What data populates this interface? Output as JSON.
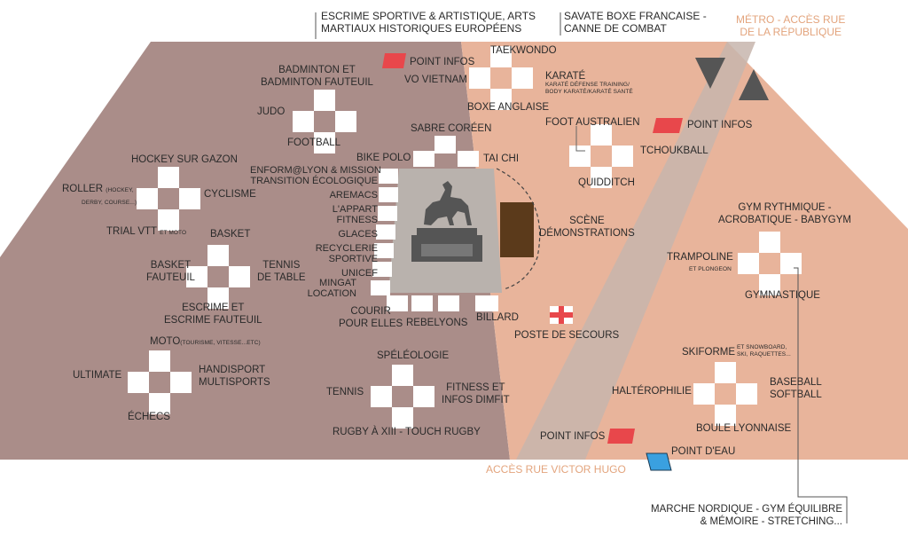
{
  "colors": {
    "left_zone": "#aa8d89",
    "right_zone": "#e8b49b",
    "walkway": "#c7b5ad",
    "info_point": "#e8474b",
    "water_point": "#3aa0e0",
    "demo_stage": "#5b3a1b",
    "statue_plinth": "#b9b2ad",
    "orange_text": "#e3a47d"
  },
  "top_labels": {
    "escrime": [
      "ESCRIME SPORTIVE & ARTISTIQUE, ARTS",
      "MARTIAUX HISTORIQUES EUROPÉENS"
    ],
    "savate": [
      "SAVATE BOXE FRANCAISE -",
      "CANNE DE COMBAT"
    ],
    "metro": [
      "MÉTRO - ACCÈS RUE",
      "DE LA RÉPUBLIQUE"
    ]
  },
  "left_zone": {
    "badminton": [
      "BADMINTON ET",
      "BADMINTON FAUTEUIL"
    ],
    "judo": "JUDO",
    "football": "FOOTBALL",
    "hockey": "HOCKEY SUR GAZON",
    "roller": "ROLLER",
    "roller_note1": "(HOCKEY,",
    "roller_note2": "DERBY, COURSE...)",
    "cyclisme": "CYCLISME",
    "trial": "TRIAL VTT",
    "trial_note": "ET MOTO",
    "basket": "BASKET",
    "basket_fauteuil": [
      "BASKET",
      "FAUTEUIL"
    ],
    "tennis_table": [
      "TENNIS",
      "DE TABLE"
    ],
    "escrime_fauteuil": [
      "ESCRIME ET",
      "ESCRIME FAUTEUIL"
    ],
    "moto": "MOTO",
    "moto_note": "(TOURISME, VITESSE...ETC)",
    "ultimate": "ULTIMATE",
    "handisport": [
      "HANDISPORT",
      "MULTISPORTS"
    ],
    "echecs": "ÉCHECS",
    "speleologie": "SPÉLÉOLOGIE",
    "tennis": "TENNIS",
    "fitness_infos": [
      "FITNESS ET",
      "INFOS DIMFIT"
    ],
    "rugby": "RUGBY À XIII - TOUCH RUGBY",
    "point_infos": "POINT INFOS",
    "vo_vietnam": "VO VIETNAM",
    "sabre_coreen": "SABRE CORÉEN",
    "bike_polo": "BIKE POLO",
    "tai_chi": "TAI CHI"
  },
  "stands": [
    "ENFORM@LYON & MISSION",
    "TRANSITION ÉCOLOGIQUE",
    "AREMACS",
    "L'APPART",
    "FITNESS",
    "GLACES",
    "RECYCLERIE",
    "SPORTIVE",
    "UNICEF",
    "MINGAT",
    "LOCATION"
  ],
  "bottom_center": {
    "courir": [
      "COURIR",
      "POUR ELLES"
    ],
    "rebelyons": "REBELYONS",
    "billard": "BILLARD"
  },
  "right_zone": {
    "taekwondo": "TAEKWONDO",
    "karate": "KARATÉ",
    "karate_note1": "KARATÉ DÉFENSE TRAINING/",
    "karate_note2": "BODY KARATÉ/KARATÉ SANTÉ",
    "boxe": "BOXE ANGLAISE",
    "foot_australien": "FOOT AUSTRALIEN",
    "point_infos_1": "POINT INFOS",
    "tchoukball": "TCHOUKBALL",
    "quidditch": "QUIDDITCH",
    "scene": [
      "SCÈNE",
      "DÉMONSTRATIONS"
    ],
    "gym_rythmique": [
      "GYM RYTHMIQUE -",
      "ACROBATIQUE - BABYGYM"
    ],
    "trampoline": "TRAMPOLINE",
    "trampoline_note": "ET PLONGEON",
    "gymnastique": "GYMNASTIQUE",
    "poste_secours": "POSTE DE SECOURS",
    "skiforme": "SKIFORME",
    "skiforme_note1": "ET SNOWBOARD,",
    "skiforme_note2": "SKI, RAQUETTES...",
    "halterophilie": "HALTÉROPHILIE",
    "baseball": [
      "BASEBALL",
      "SOFTBALL"
    ],
    "boule": "BOULE LYONNAISE",
    "point_infos_2": "POINT INFOS",
    "point_eau": "POINT D'EAU"
  },
  "bottom_labels": {
    "acces_hugo": "ACCÈS RUE VICTOR HUGO",
    "marche": [
      "MARCHE NORDIQUE - GYM ÉQUILIBRE",
      "& MÉMOIRE - STRETCHING..."
    ]
  }
}
